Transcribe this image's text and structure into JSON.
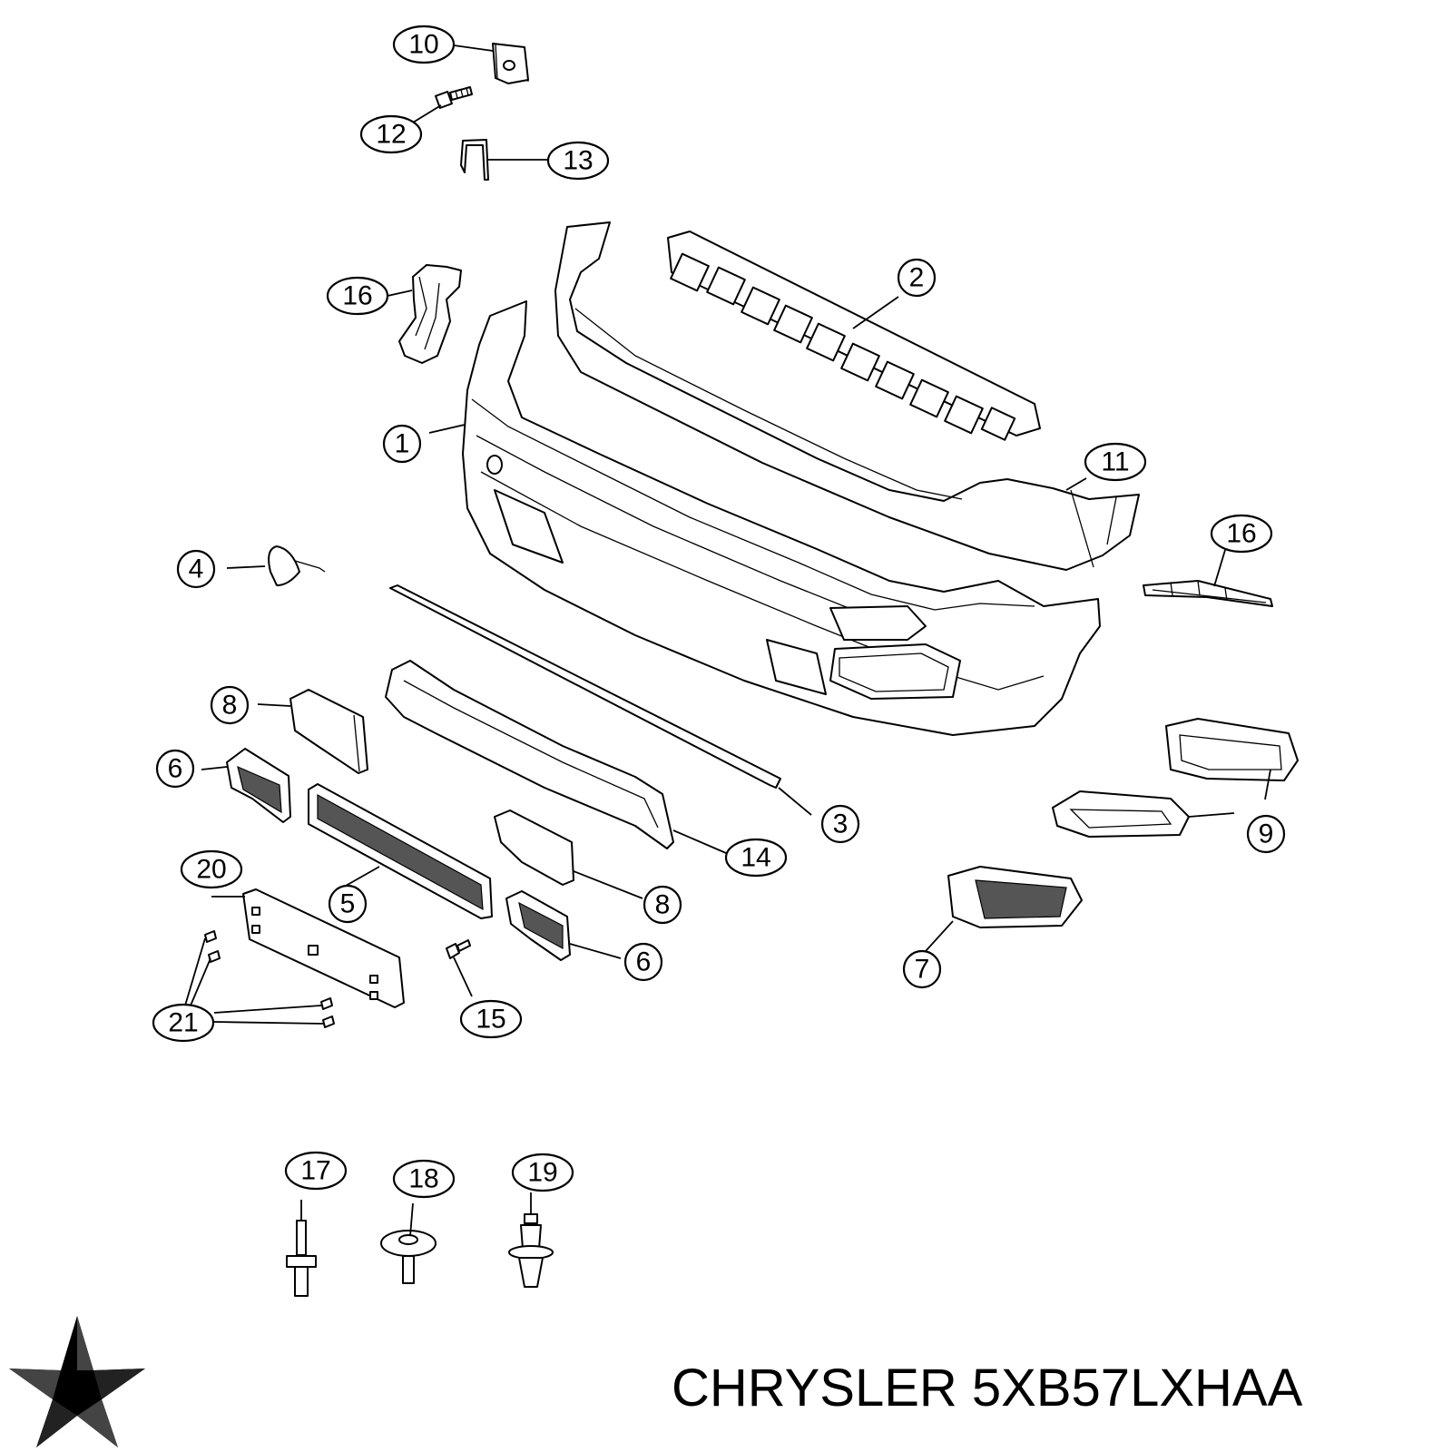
{
  "callouts": [
    {
      "id": "c10",
      "label": "10"
    },
    {
      "id": "c12",
      "label": "12"
    },
    {
      "id": "c13",
      "label": "13"
    },
    {
      "id": "c2",
      "label": "2"
    },
    {
      "id": "c16a",
      "label": "16"
    },
    {
      "id": "c1",
      "label": "1"
    },
    {
      "id": "c11",
      "label": "11"
    },
    {
      "id": "c16b",
      "label": "16"
    },
    {
      "id": "c4",
      "label": "4"
    },
    {
      "id": "c8a",
      "label": "8"
    },
    {
      "id": "c6a",
      "label": "6"
    },
    {
      "id": "c3",
      "label": "3"
    },
    {
      "id": "c9",
      "label": "9"
    },
    {
      "id": "c14",
      "label": "14"
    },
    {
      "id": "c20",
      "label": "20"
    },
    {
      "id": "c5",
      "label": "5"
    },
    {
      "id": "c8b",
      "label": "8"
    },
    {
      "id": "c7",
      "label": "7"
    },
    {
      "id": "c6b",
      "label": "6"
    },
    {
      "id": "c21",
      "label": "21"
    },
    {
      "id": "c15",
      "label": "15"
    },
    {
      "id": "c17",
      "label": "17"
    },
    {
      "id": "c18",
      "label": "18"
    },
    {
      "id": "c19",
      "label": "19"
    }
  ],
  "brand": {
    "text": "CHRYSLER 5XB57LXHAA",
    "logo_icon": "chrysler-pentastar-icon"
  }
}
